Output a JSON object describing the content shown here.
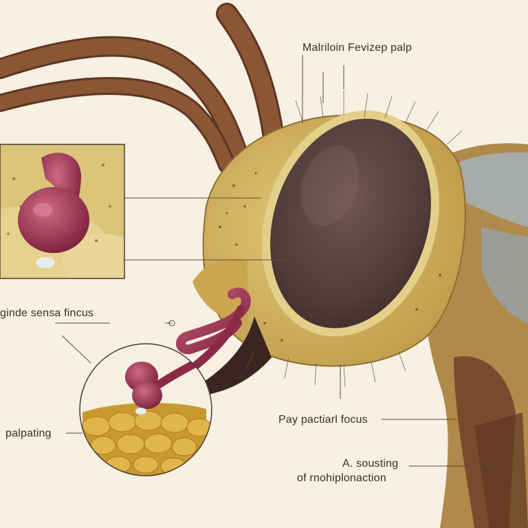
{
  "labels": {
    "top": "Malriloin Fevizep palp",
    "left": "ginde sensa fincus",
    "palpating": "palpating",
    "pay": "Pay pactiarl focus",
    "a_line1": "A. sousting",
    "a_line2": "of rnohiplonaction"
  },
  "colors": {
    "background": "#f7f0e3",
    "antenna": "#7a4a2e",
    "head": "#d8b95e",
    "eye": "#5a4540",
    "palp": "#9a2f4e",
    "mandible": "#3b2520",
    "leader_line": "#5a4a40"
  }
}
